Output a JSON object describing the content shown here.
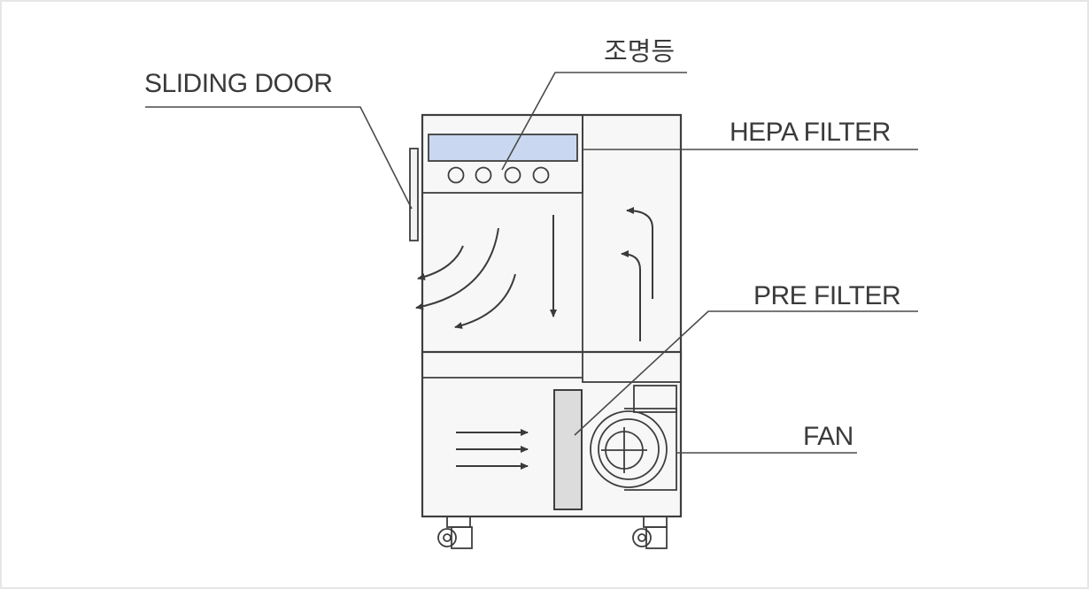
{
  "labels": {
    "sliding_door": "SLIDING DOOR",
    "lamp": "조명등",
    "hepa_filter": "HEPA FILTER",
    "pre_filter": "PRE FILTER",
    "fan": "FAN"
  },
  "colors": {
    "panel_fill": "#c9d8f0",
    "pre_filter_fill": "#dcdcdc",
    "line": "#3e3e3e",
    "background": "#ffffff"
  }
}
